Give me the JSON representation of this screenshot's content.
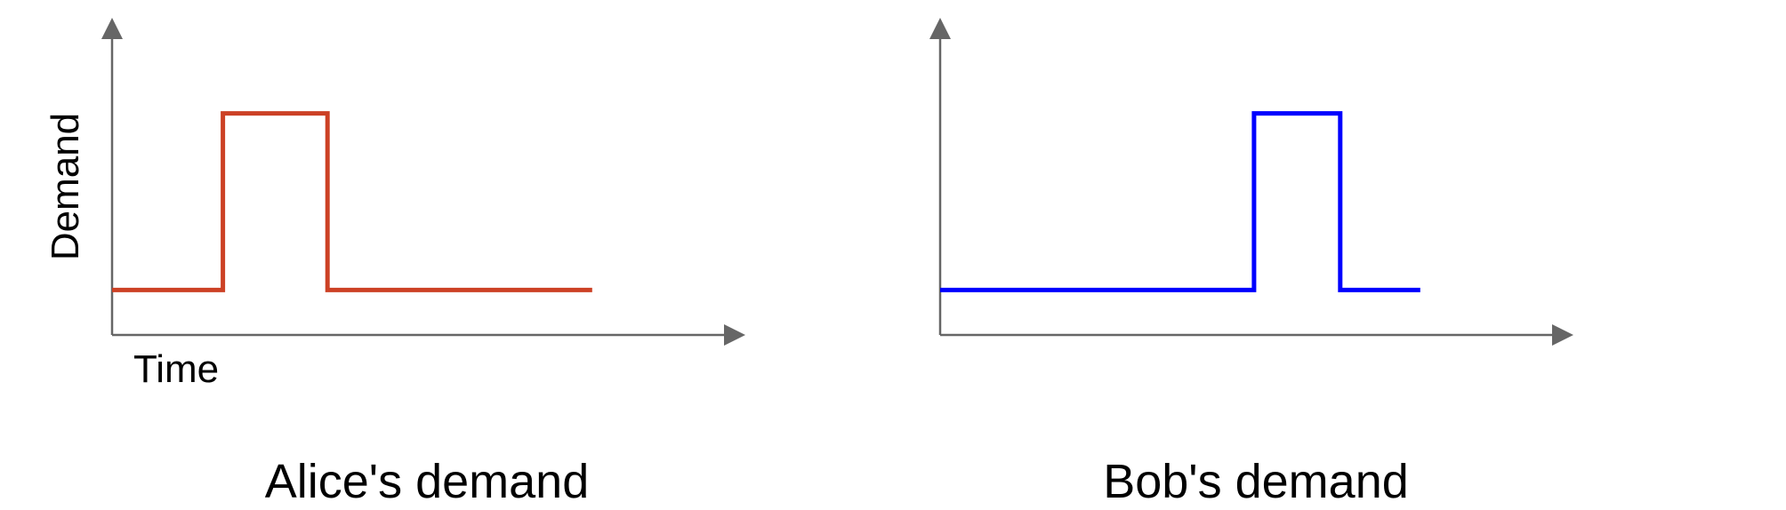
{
  "chart_data": [
    {
      "type": "line",
      "title": "Alice's demand",
      "xlabel": "Time",
      "ylabel": "Demand",
      "grid": false,
      "xlim": [
        0,
        10
      ],
      "ylim": [
        0,
        10
      ],
      "series": [
        {
          "color": "#cc4125",
          "x": [
            0,
            1.8,
            1.8,
            3.5,
            3.5,
            7.8
          ],
          "y": [
            1.5,
            1.5,
            7.4,
            7.4,
            1.5,
            1.5
          ]
        }
      ]
    },
    {
      "type": "line",
      "title": "Bob's demand",
      "xlabel": "",
      "ylabel": "",
      "grid": false,
      "xlim": [
        0,
        10
      ],
      "ylim": [
        0,
        10
      ],
      "series": [
        {
          "color": "#0000ff",
          "x": [
            0,
            5.1,
            5.1,
            6.5,
            6.5,
            7.8
          ],
          "y": [
            1.5,
            1.5,
            7.4,
            7.4,
            1.5,
            1.5
          ]
        }
      ]
    }
  ]
}
